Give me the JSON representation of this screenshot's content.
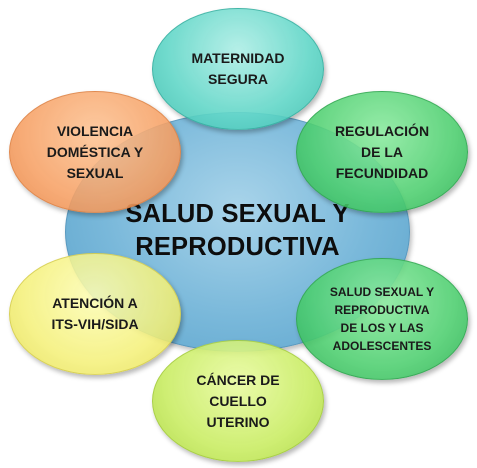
{
  "diagram": {
    "center": {
      "label": "SALUD SEXUAL Y\nREPRODUCTIVA",
      "color": "#79b8da"
    },
    "nodes": [
      {
        "id": "maternidad",
        "label": "MATERNIDAD\nSEGURA",
        "color": "#60d6c7"
      },
      {
        "id": "regulacion",
        "label": "REGULACIÓN\nDE LA\nFECUNDIDAD",
        "color": "#4cce6e"
      },
      {
        "id": "adolescentes",
        "label": "SALUD SEXUAL Y\nREPRODUCTIVA\nDE LOS Y LAS\nADOLESCENTES",
        "color": "#4cce6e"
      },
      {
        "id": "cancer",
        "label": "CÁNCER DE\nCUELLO\nUTERINO",
        "color": "#c8ec60"
      },
      {
        "id": "its",
        "label": "ATENCIÓN A\nITS-VIH/SIDA",
        "color": "#f4f078"
      },
      {
        "id": "violencia",
        "label": "VIOLENCIA\nDOMÉSTICA Y\nSEXUAL",
        "color": "#f6a064"
      }
    ]
  }
}
